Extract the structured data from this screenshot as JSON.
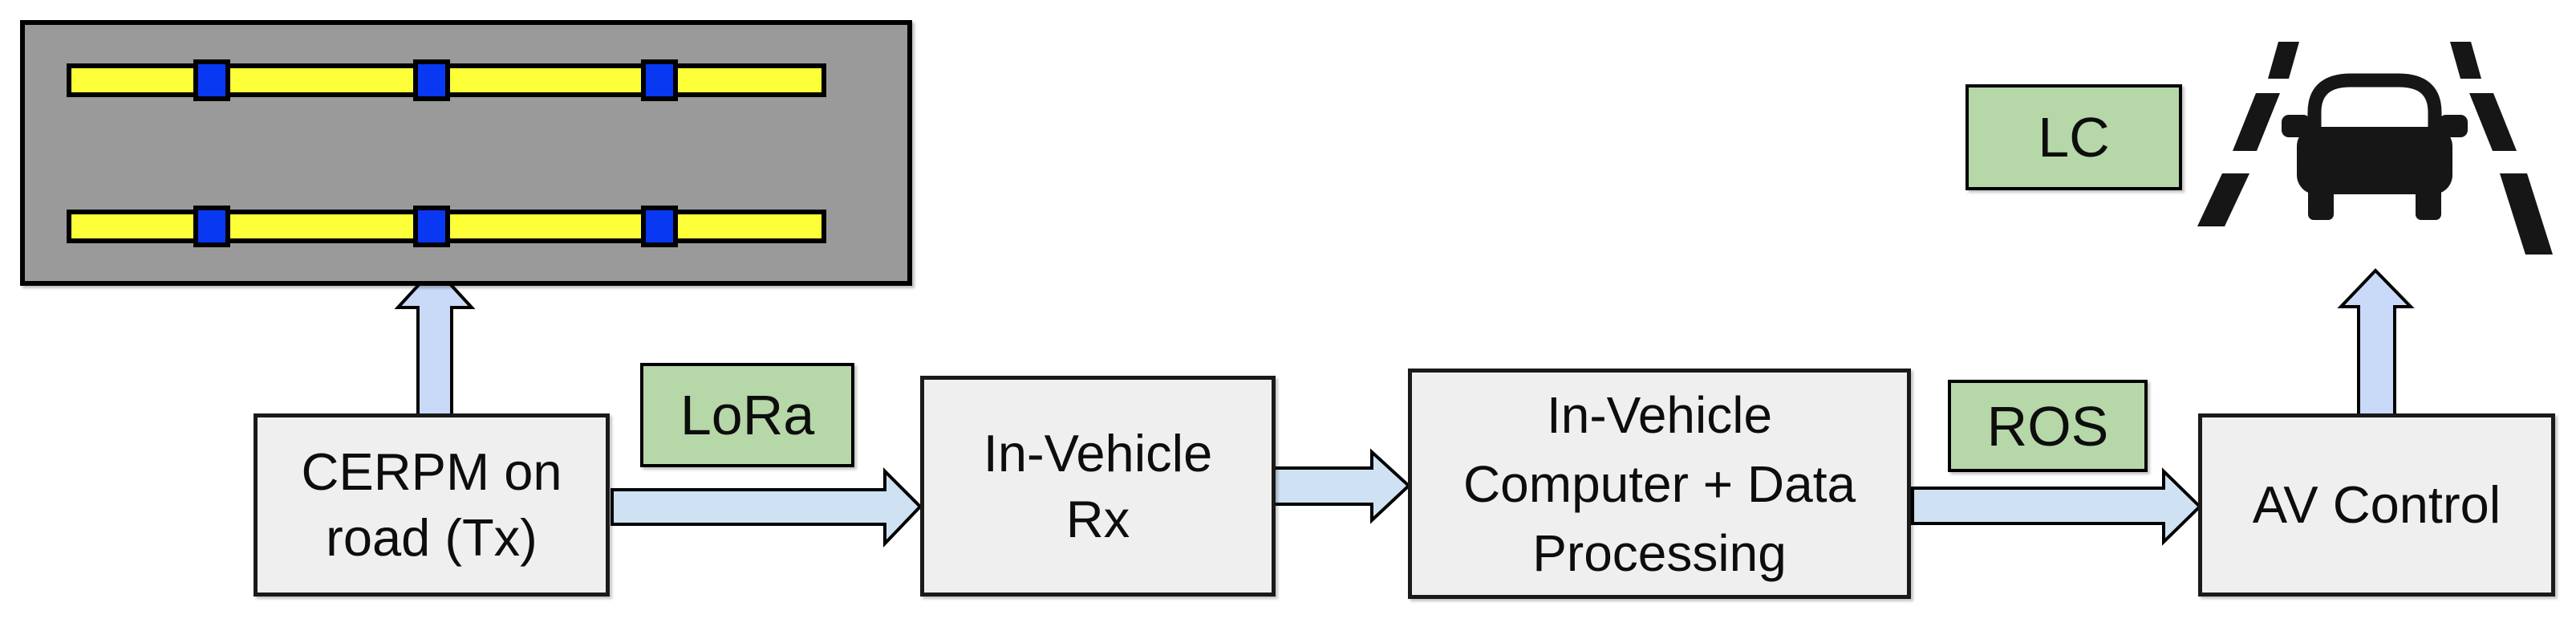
{
  "title": "CERPM to AV communication pipeline diagram",
  "colors": {
    "road-fill": "#9a9a9a",
    "lane-yellow": "#fdff38",
    "marker-blue": "#0838f2",
    "box-fill": "#efefef",
    "box-border": "#1a1a1a",
    "green-fill": "#b6d7a8",
    "arrow-h": "#cfe2f3",
    "arrow-v": "#c9daf8",
    "line": "#000000",
    "ink": "#0d0d0d",
    "car-black": "#161616"
  },
  "road_scene": {
    "description": "top view of road pavement with two yellow lane stripes, each carrying three blue CERPM markers",
    "lanes": 2,
    "markers_per_lane": 3
  },
  "nodes": {
    "cerpm": {
      "lines": [
        "CERPM on",
        "road (Tx)"
      ]
    },
    "rx": {
      "lines": [
        "In-Vehicle",
        "Rx"
      ]
    },
    "computer": {
      "lines": [
        "In-Vehicle",
        "Computer + Data",
        "Processing"
      ]
    },
    "av": {
      "label": "AV Control"
    }
  },
  "tags": {
    "lora": "LoRa",
    "ros": "ROS",
    "lc": "LC"
  },
  "icons": {
    "road": "road-top-view-icon",
    "car": "car-front-in-lane-icon",
    "arrows": "flow-arrow-icon"
  },
  "flow": [
    "CERPM on road (Tx) -> road (up arrow)",
    "CERPM on road (Tx) -> In-Vehicle Rx via LoRa",
    "In-Vehicle Rx -> In-Vehicle Computer + Data Processing",
    "In-Vehicle Computer + Data Processing -> AV Control via ROS",
    "AV Control -> car in lane (LC, up arrow)"
  ]
}
